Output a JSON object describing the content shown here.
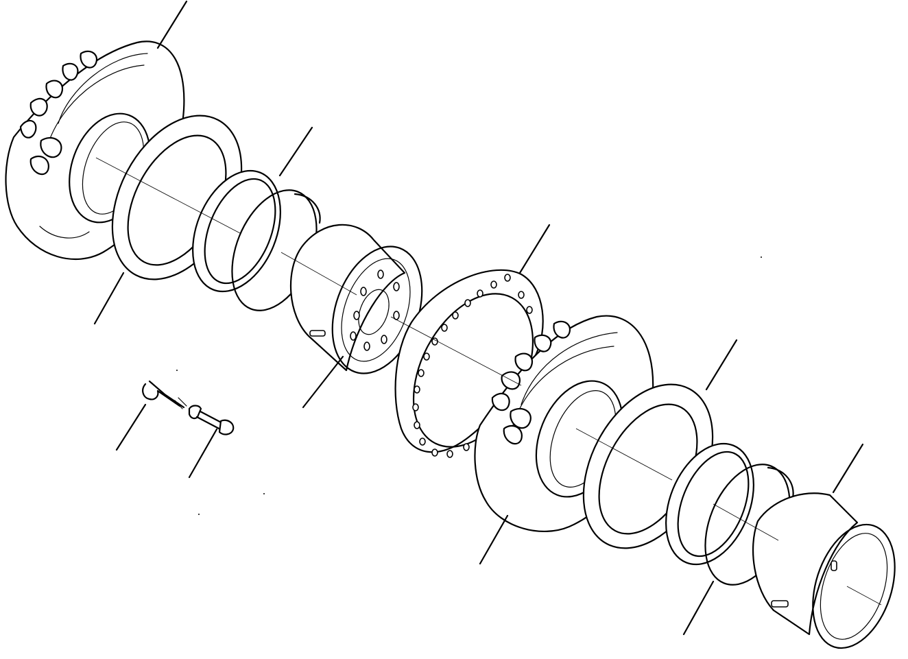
{
  "diagram": {
    "type": "exploded-parts-view",
    "parts": [
      {
        "name": "tyre",
        "count": 2
      },
      {
        "name": "tube-flap",
        "count": 2
      },
      {
        "name": "side-ring",
        "count": 2
      },
      {
        "name": "lock-ring",
        "count": 2
      },
      {
        "name": "rim-with-disc",
        "count": 1
      },
      {
        "name": "spacer-ring",
        "count": 1
      },
      {
        "name": "rim",
        "count": 1
      },
      {
        "name": "valve",
        "count": 1
      },
      {
        "name": "bolt",
        "count": 1
      }
    ],
    "line_color": "#000000",
    "background": "#ffffff"
  }
}
